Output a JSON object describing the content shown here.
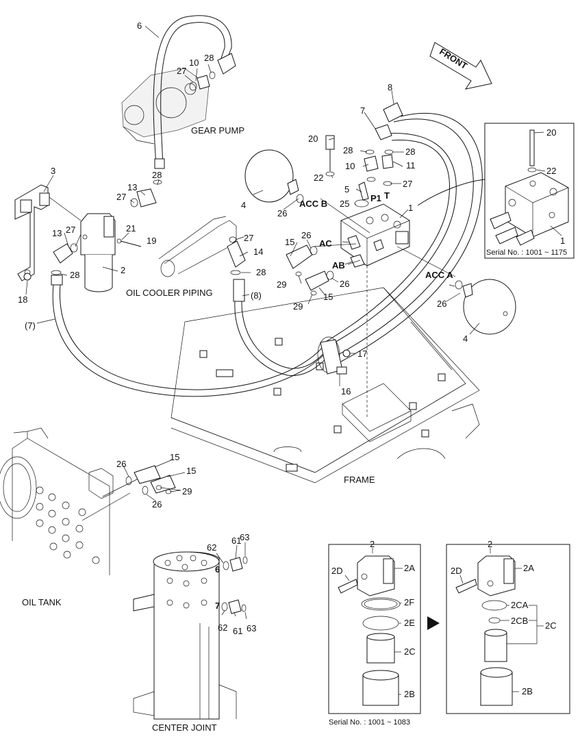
{
  "labels": {
    "gear_pump": "GEAR PUMP",
    "oil_cooler_piping": "OIL COOLER PIPING",
    "frame": "FRAME",
    "oil_tank": "OIL TANK",
    "center_joint": "CENTER JOINT",
    "front": "FRONT",
    "acc_b": "ACC B",
    "acc_a": "ACC A",
    "ac": "AC",
    "ab": "AB",
    "p1": "P1",
    "t": "T",
    "serial_1175": "Serial No. : 1001 ~ 1175",
    "serial_1083": "Serial No. : 1001 ~ 1083",
    "ref_7": "(7)",
    "ref_8": "(8)"
  },
  "callouts": {
    "n1": "1",
    "n1b": "1",
    "n2": "2",
    "n2a": "2",
    "n2b": "2",
    "n3": "3",
    "n4": "4",
    "n4b": "4",
    "n5": "5",
    "n6": "6",
    "n6b": "6",
    "n7": "7",
    "n7b": "7",
    "n8": "8",
    "n10": "10",
    "n10b": "10",
    "n11": "11",
    "n13": "13",
    "n13b": "13",
    "n14": "14",
    "n15": "15",
    "n15b": "15",
    "n15c": "15",
    "n15d": "15",
    "n16": "16",
    "n17": "17",
    "n18": "18",
    "n19": "19",
    "n20": "20",
    "n20b": "20",
    "n21": "21",
    "n22": "22",
    "n22b": "22",
    "n25": "25",
    "n26": "26",
    "n26b": "26",
    "n26c": "26",
    "n26d": "26",
    "n26e": "26",
    "n26f": "26",
    "n27": "27",
    "n27b": "27",
    "n27c": "27",
    "n27d": "27",
    "n27e": "27",
    "n28": "28",
    "n28b": "28",
    "n28c": "28",
    "n28d": "28",
    "n28e": "28",
    "n29": "29",
    "n29b": "29",
    "n29c": "29",
    "n61": "61",
    "n61b": "61",
    "n62": "62",
    "n62b": "62",
    "n63": "63",
    "n63b": "63"
  },
  "filter_detail": {
    "left": {
      "d2D": "2D",
      "d2A": "2A",
      "d2F": "2F",
      "d2E": "2E",
      "d2C": "2C",
      "d2B": "2B"
    },
    "right": {
      "d2D": "2D",
      "d2A": "2A",
      "d2CA": "2CA",
      "d2CB": "2CB",
      "d2C": "2C",
      "d2B": "2B"
    }
  }
}
